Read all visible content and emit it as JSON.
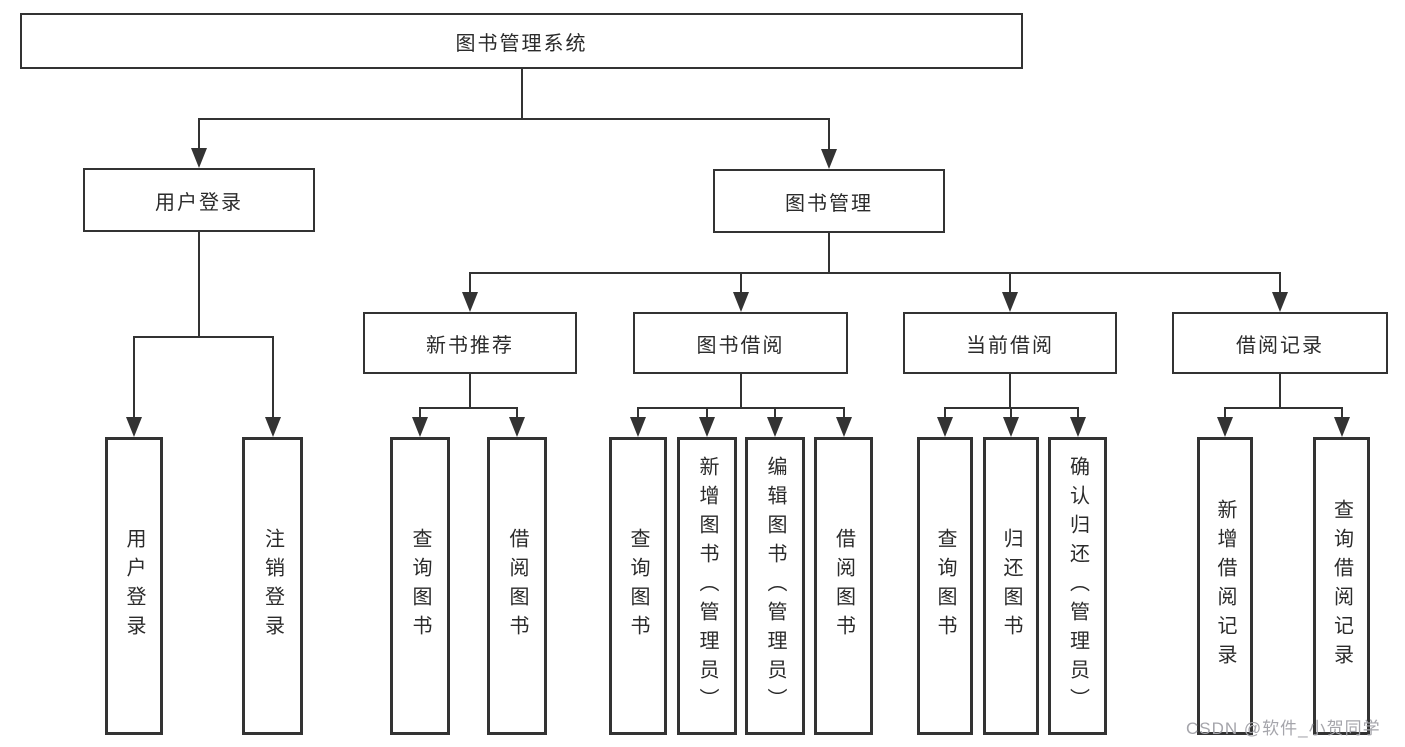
{
  "diagram": {
    "line_color": "#333333",
    "box_background": "#ffffff",
    "text_color": "#2b2b2b",
    "root": {
      "id": "root",
      "label": "图书管理系统",
      "children": [
        {
          "id": "user-login",
          "label": "用户登录",
          "children": [
            {
              "id": "leaf-user-login",
              "label": "用户登录"
            },
            {
              "id": "leaf-logout",
              "label": "注销登录"
            }
          ]
        },
        {
          "id": "book-mgmt",
          "label": "图书管理",
          "children": [
            {
              "id": "new-book-rec",
              "label": "新书推荐",
              "children": [
                {
                  "id": "nbr-query",
                  "label": "查询图书"
                },
                {
                  "id": "nbr-borrow",
                  "label": "借阅图书"
                }
              ]
            },
            {
              "id": "book-borrow",
              "label": "图书借阅",
              "children": [
                {
                  "id": "bb-query",
                  "label": "查询图书"
                },
                {
                  "id": "bb-add",
                  "label": "新增图书（管理员）"
                },
                {
                  "id": "bb-edit",
                  "label": "编辑图书（管理员）"
                },
                {
                  "id": "bb-borrow",
                  "label": "借阅图书"
                }
              ]
            },
            {
              "id": "current-borrow",
              "label": "当前借阅",
              "children": [
                {
                  "id": "cb-query",
                  "label": "查询图书"
                },
                {
                  "id": "cb-return",
                  "label": "归还图书"
                },
                {
                  "id": "cb-confirm",
                  "label": "确认归还（管理员）"
                }
              ]
            },
            {
              "id": "borrow-records",
              "label": "借阅记录",
              "children": [
                {
                  "id": "br-add",
                  "label": "新增借阅记录"
                },
                {
                  "id": "br-query",
                  "label": "查询借阅记录"
                }
              ]
            }
          ]
        }
      ]
    }
  },
  "watermark": {
    "text": "CSDN @软件_小贺同学",
    "color": "#a5a5ab"
  }
}
